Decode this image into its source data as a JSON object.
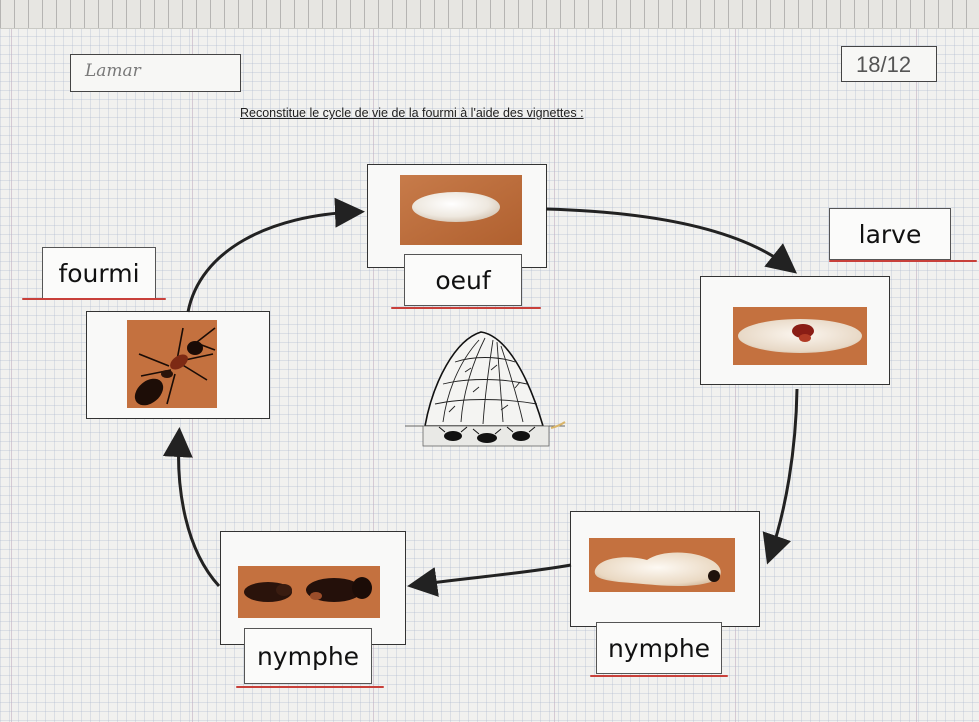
{
  "header": {
    "name": "Lamar",
    "date": "18/12",
    "instruction": "Reconstitue le cycle de vie de la fourmi à l'aide des vignettes :"
  },
  "stages": {
    "egg": "oeuf",
    "larva": "larve",
    "pupa_right": "nymphe",
    "pupa_left": "nymphe",
    "adult": "fourmi"
  },
  "colors": {
    "photo_background": "#c4713f",
    "underline": "#c8403a",
    "arrow": "#222222"
  },
  "icons": [
    "arrow-icon",
    "anthill-icon",
    "ant-icon",
    "egg-icon",
    "larva-icon",
    "pupa-icon"
  ]
}
